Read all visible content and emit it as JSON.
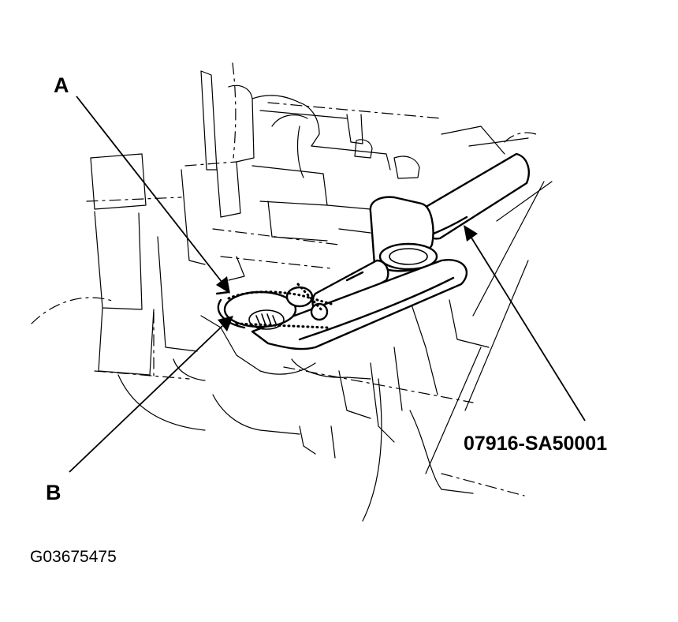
{
  "labels": {
    "callout_a": "A",
    "callout_b": "B",
    "tool_number": "07916-SA50001",
    "figure_id": "G03675475"
  },
  "colors": {
    "ink": "#000000",
    "paper": "#ffffff"
  }
}
